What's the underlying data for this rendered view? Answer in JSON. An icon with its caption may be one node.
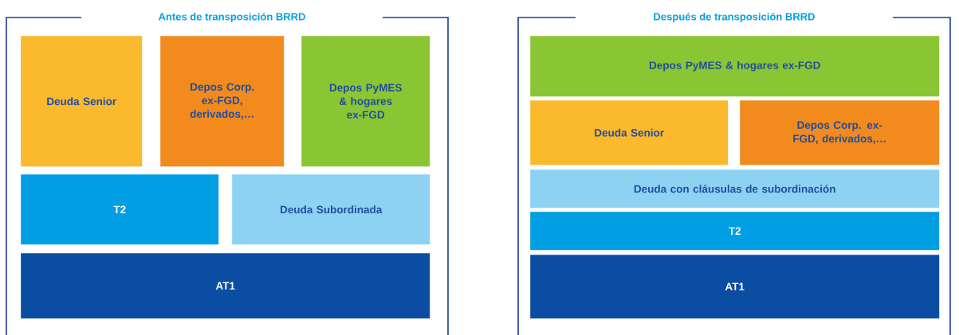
{
  "diagram": {
    "nodes": [
      {
        "text": [
          "Antes de transposición BRRD"
        ]
      },
      {
        "text": [
          "Deuda Senior"
        ],
        "in": 0
      },
      {
        "text": [
          "Depos Corp. ex-FGD, derivados,…"
        ],
        "in": 0
      },
      {
        "text": [
          "Depos PyMES & hogares ex-FGD"
        ],
        "in": 0
      },
      {
        "text": [
          "T2"
        ],
        "in": 0
      },
      {
        "text": [
          "Deuda Subordinada"
        ],
        "in": 0
      },
      {
        "text": [
          "AT1"
        ],
        "in": 0
      },
      {
        "text": [
          "Después de transposición BRRD"
        ]
      },
      {
        "text": [
          "Depos PyMES & hogares ex-FGD"
        ],
        "in": 7
      },
      {
        "text": [
          "Deuda Senior"
        ],
        "in": 7
      },
      {
        "text": [
          "Depos Corp. ex-FGD, derivados,…"
        ],
        "in": 7
      },
      {
        "text": [
          "Deuda con cláusulas de subordinación"
        ],
        "in": 7
      },
      {
        "text": [
          "T2"
        ],
        "in": 7
      },
      {
        "text": [
          "AT1"
        ],
        "in": 7
      }
    ]
  }
}
